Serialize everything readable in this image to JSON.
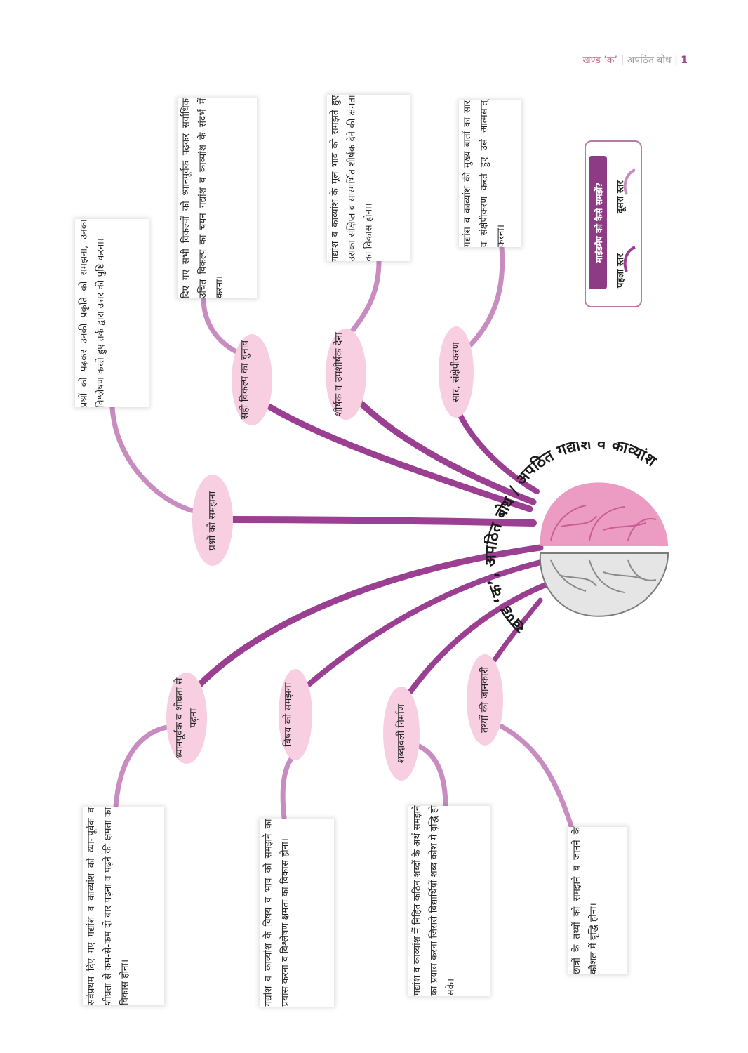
{
  "header": {
    "section": "खण्ड ‘क’",
    "sep1": " | ",
    "chapter": "अपठित बोध",
    "sep2": " | ",
    "page": "1"
  },
  "center": {
    "title": "खण्ड ‘क’, अपठित बोध / अपठित गद्यांश व काव्यांश"
  },
  "legend": {
    "title": "माइंडमैप को कैसे समझें?",
    "level1": "पहला स्तर",
    "level2": "दूसरा स्तर"
  },
  "branches": {
    "prashn": {
      "node": "प्रश्नों को समझना",
      "text": "प्रश्नों को पढ़कर उनकी प्रकृति को समझना, उनका विश्लेषण करते हुए तर्क द्वारा उत्तर की पुष्टि करना।"
    },
    "vikalp": {
      "node": "सही विकल्प का चुनाव",
      "text": "दिए गए सभी विकल्पों को ध्यानपूर्वक पढ़कर सर्वाधिक उचित विकल्प का चयन गद्यांश व काव्यांश के संदर्भ में करना।"
    },
    "sheershak": {
      "node": "शीर्षक व उपशीर्षक देना",
      "text": "गद्यांश व काव्यांश के मूल भाव को समझते हुए उसका संक्षिप्त व सारगर्भित शीर्षक देने की क्षमता का विकास होना।"
    },
    "saar": {
      "node": "सार, संक्षेपीकरण",
      "text": "गद्यांश व काव्यांश की मुख्य बातों का सार व संक्षेपीकरण करते हुए उसे आत्मसात् करना।"
    },
    "dhyan": {
      "node": "ध्यानपूर्वक व शीघ्रता से पढ़ना",
      "text": "सर्वप्रथम दिए गए गद्यांश व काव्यांश को ध्यानपूर्वक व शीघ्रता से कम-से-कम दो बार पढ़ना व पढ़ने की क्षमता का विकास होना।"
    },
    "vishay": {
      "node": "विषय को समझना",
      "text": "गद्यांश व काव्यांश के विषय व भाव को समझने का प्रयास करना व विश्लेषण क्षमता का विकास होना।"
    },
    "shabd": {
      "node": "शब्दावली निर्माण",
      "text": "गद्यांश व काव्यांश में निहित कठिन शब्दों के अर्थ समझने का प्रयास करना जिससे विद्यार्थियों शब्द कोश में वृद्धि हो सके।"
    },
    "tathya": {
      "node": "तथ्यों की जानकारी",
      "text": "छात्रों के तथ्यों को समझने व जानने के कौशल में वृद्धि होना।"
    }
  },
  "colors": {
    "primary": "#9b3f93",
    "light": "#c98cc0",
    "node": "#f8cfe0",
    "brain_pink": "#e98ab8",
    "brain_gray": "#9a9a9a"
  }
}
